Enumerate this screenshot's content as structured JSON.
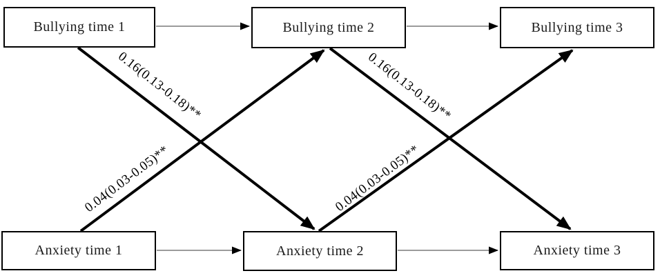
{
  "diagram": {
    "type": "cross-lagged-panel-model",
    "top_row": [
      {
        "label": "Bullying time 1"
      },
      {
        "label": "Bullying time 2"
      },
      {
        "label": "Bullying time 3"
      }
    ],
    "bottom_row": [
      {
        "label": "Anxiety time 1"
      },
      {
        "label": "Anxiety time 2"
      },
      {
        "label": "Anxiety time 3"
      }
    ],
    "horizontal_paths": [
      {
        "from": "Bullying time 1",
        "to": "Bullying time 2"
      },
      {
        "from": "Bullying time 2",
        "to": "Bullying time 3"
      },
      {
        "from": "Anxiety time 1",
        "to": "Anxiety time 2"
      },
      {
        "from": "Anxiety time 2",
        "to": "Anxiety time 3"
      }
    ],
    "cross_paths": [
      {
        "from": "Bullying time 1",
        "to": "Anxiety time 2",
        "label": "0.16(0.13-0.18)**"
      },
      {
        "from": "Anxiety time 1",
        "to": "Bullying time 2",
        "label": "0.04(0.03-0.05)**"
      },
      {
        "from": "Bullying time 2",
        "to": "Anxiety time 3",
        "label": "0.16(0.13-0.18)**"
      },
      {
        "from": "Anxiety time 2",
        "to": "Bullying time 3",
        "label": "0.04(0.03-0.05)**"
      }
    ],
    "colors": {
      "box_border": "#000000",
      "box_fill": "#ffffff",
      "thin_connector": "#7a7a7a",
      "thick_connector": "#000000",
      "text": "#000000"
    }
  }
}
